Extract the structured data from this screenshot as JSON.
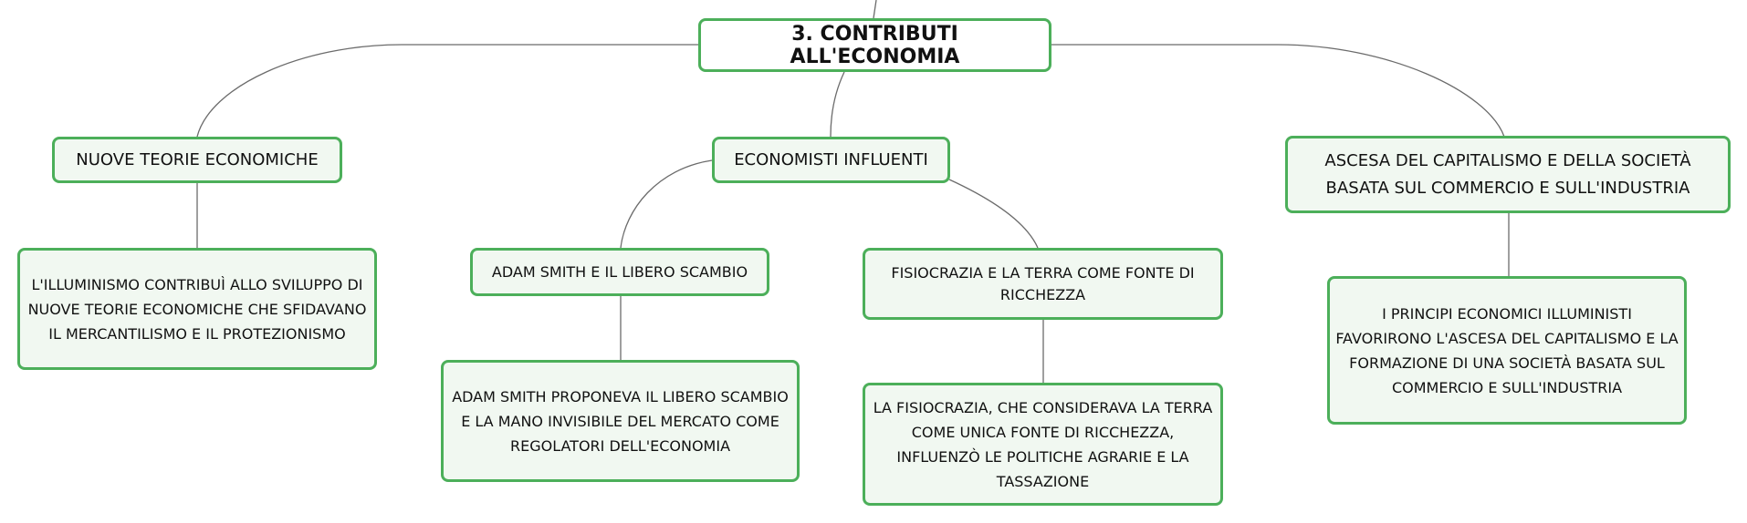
{
  "colors": {
    "node_border": "#4caf5a",
    "node_fill": "#f1f8f1",
    "root_fill": "#ffffff",
    "connector": "#6b6b6b"
  },
  "root": {
    "label": "3. CONTRIBUTI ALL'ECONOMIA"
  },
  "branches": {
    "teorie": {
      "label": "NUOVE TEORIE ECONOMICHE",
      "detail": "L'ILLUMINISMO CONTRIBUÌ ALLO SVILUPPO DI NUOVE TEORIE ECONOMICHE CHE SFIDAVANO IL MERCANTILISMO E IL PROTEZIONISMO"
    },
    "economisti": {
      "label": "ECONOMISTI INFLUENTI",
      "smith": {
        "label": "ADAM SMITH E IL LIBERO SCAMBIO",
        "detail": "ADAM SMITH PROPONEVA IL LIBERO SCAMBIO E LA MANO INVISIBILE DEL MERCATO COME REGOLATORI DELL'ECONOMIA"
      },
      "fisiocrazia": {
        "label": "FISIOCRAZIA E LA TERRA COME FONTE DI RICCHEZZA",
        "detail": "LA FISIOCRAZIA, CHE CONSIDERAVA LA TERRA COME UNICA FONTE DI RICCHEZZA, INFLUENZÒ LE POLITICHE AGRARIE E LA TASSAZIONE"
      }
    },
    "capitalismo": {
      "label": "ASCESA DEL CAPITALISMO E DELLA SOCIETÀ BASATA SUL COMMERCIO E SULL'INDUSTRIA",
      "detail": "I PRINCIPI ECONOMICI ILLUMINISTI FAVORIRONO L'ASCESA DEL CAPITALISMO E LA FORMAZIONE DI UNA SOCIETÀ BASATA SUL COMMERCIO E SULL'INDUSTRIA"
    }
  }
}
